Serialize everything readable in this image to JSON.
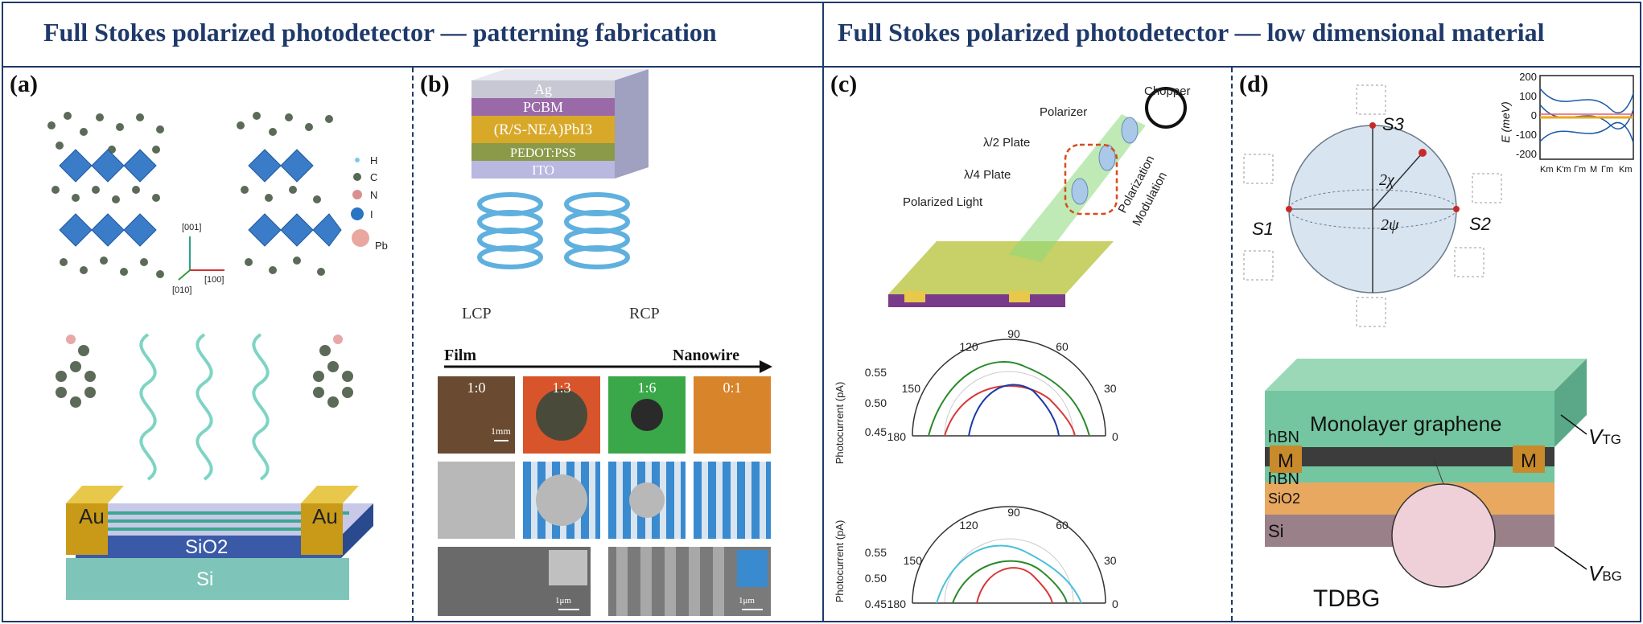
{
  "titles": {
    "left": "Full Stokes polarized photodetector — patterning fabrication",
    "right": "Full Stokes polarized photodetector  — low dimensional material"
  },
  "panels": {
    "a": {
      "label": "(a)",
      "axes": [
        "[001]",
        "[010]",
        "[100]"
      ],
      "legend": [
        "H",
        "C",
        "N",
        "I",
        "Pb"
      ],
      "electrodes": [
        "Au",
        "Au"
      ],
      "layers": [
        "SiO2",
        "Si"
      ]
    },
    "b": {
      "label": "(b)",
      "layers": [
        "Ag",
        "PCBM",
        "(R/S-NEA)PbI3",
        "PEDOT:PSS",
        "ITO"
      ],
      "lcp": "LCP",
      "rcp": "RCP",
      "film": "Film",
      "nanowire": "Nanowire",
      "ratios": [
        "1:0",
        "1:3",
        "1:6",
        "0:1"
      ],
      "scale_mm": "1mm",
      "scale_um_1": "1μm",
      "scale_um_2": "1μm"
    },
    "c": {
      "label": "(c)",
      "optics": [
        "Chopper",
        "Polarizer",
        "λ/2 Plate",
        "λ/4 Plate",
        "Polarized Light"
      ],
      "modulation": [
        "Polarization",
        "Modulation"
      ],
      "plot1": {
        "ylabel": "Photocurrent (pA)",
        "yticks": [
          "0.55",
          "0.50",
          "0.45"
        ],
        "angles": [
          "180",
          "150",
          "120",
          "90",
          "60",
          "30",
          "0"
        ]
      },
      "plot2": {
        "ylabel": "Photocurrent (pA)",
        "yticks": [
          "0.55",
          "0.50",
          "0.45"
        ],
        "angles": [
          "180",
          "150",
          "120",
          "90",
          "60",
          "30",
          "0"
        ]
      }
    },
    "d": {
      "label": "(d)",
      "stokes": [
        "S3",
        "S1",
        "S2"
      ],
      "angles": [
        "2χ",
        "2ψ"
      ],
      "band": {
        "ylabel": "E (meV)",
        "yticks": [
          "200",
          "100",
          "0",
          "-100",
          "-200"
        ],
        "xticks": [
          "Km",
          "K'm",
          "Γm",
          "M",
          "Γm",
          "Km"
        ]
      },
      "device": [
        "Monolayer graphene",
        "hBN",
        "hBN",
        "M",
        "M",
        "SiO2",
        "Si",
        "TDBG"
      ],
      "vtg": "TG",
      "vbg": "BG"
    }
  },
  "colors": {
    "frame": "#1f3a6a",
    "octahedra": "#3a7cc8",
    "gold": "#d4a21a",
    "helix": "#5fb0de",
    "green_beam": "#7fd06a",
    "hbn": "#74c6a0"
  }
}
